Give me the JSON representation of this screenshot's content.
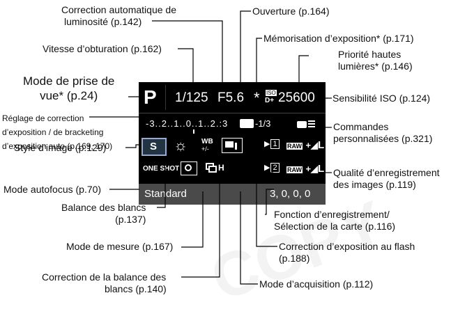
{
  "labels": {
    "correction_luminosite": "Correction automatique de",
    "correction_luminosite_2": "luminosité (p.142)",
    "ouverture": "Ouverture (p.164)",
    "vitesse": "Vitesse d’obturation (p.162)",
    "memorisation": "Mémorisation d’exposition* (p.171)",
    "priorite": "Priorité hautes",
    "priorite_2": "lumières* (p.146)",
    "mode_prise": "Mode de prise de",
    "mode_prise_2": "vue* (p.24)",
    "sensibilite": "Sensibilité ISO (p.124)",
    "reglage_1": "Réglage de correction",
    "reglage_2": "d’exposition / de bracketing",
    "reglage_3": "d’exposition auto (p.169, 170)",
    "commandes": "Commandes",
    "commandes_2": "personnalisées (p.321)",
    "style": "Style d’image (p.129)",
    "qualite": "Qualité d’enregistrement",
    "qualite_2": "des images (p.119)",
    "autofocus": "Mode autofocus (p.70)",
    "balance": "Balance des blancs",
    "balance_2": "(p.137)",
    "fonction": "Fonction d’enregistrement/",
    "fonction_2": "Sélection de la carte (p.116)",
    "mesure": "Mode de mesure (p.167)",
    "flash": "Correction d’exposition au flash",
    "flash_2": "(p.188)",
    "correction_balance": "Correction de la balance des",
    "correction_balance_2": "blancs (p.140)",
    "acquisition": "Mode d’acquisition (p.112)"
  },
  "screen": {
    "mode": "P",
    "shutter": "1/125",
    "aperture": "F5.6",
    "ae_lock": "*",
    "iso": "25600",
    "iso_tag": "ISO",
    "iso_sub": "D+",
    "exposure_scale": "-3..2..1..0..1..2.:3",
    "flash_comp": "-1/3",
    "picture_style": "S",
    "wb_shift": "WB",
    "wb_shift_sub": "+/-",
    "af_mode": "ONE SHOT",
    "drive": "H",
    "card1": "1",
    "card2": "2",
    "raw1": "RAW",
    "raw2": "RAW",
    "quality": "L",
    "style_name": "Standard",
    "style_params": "3, 0, 0, 0"
  },
  "watermark": "COPY"
}
